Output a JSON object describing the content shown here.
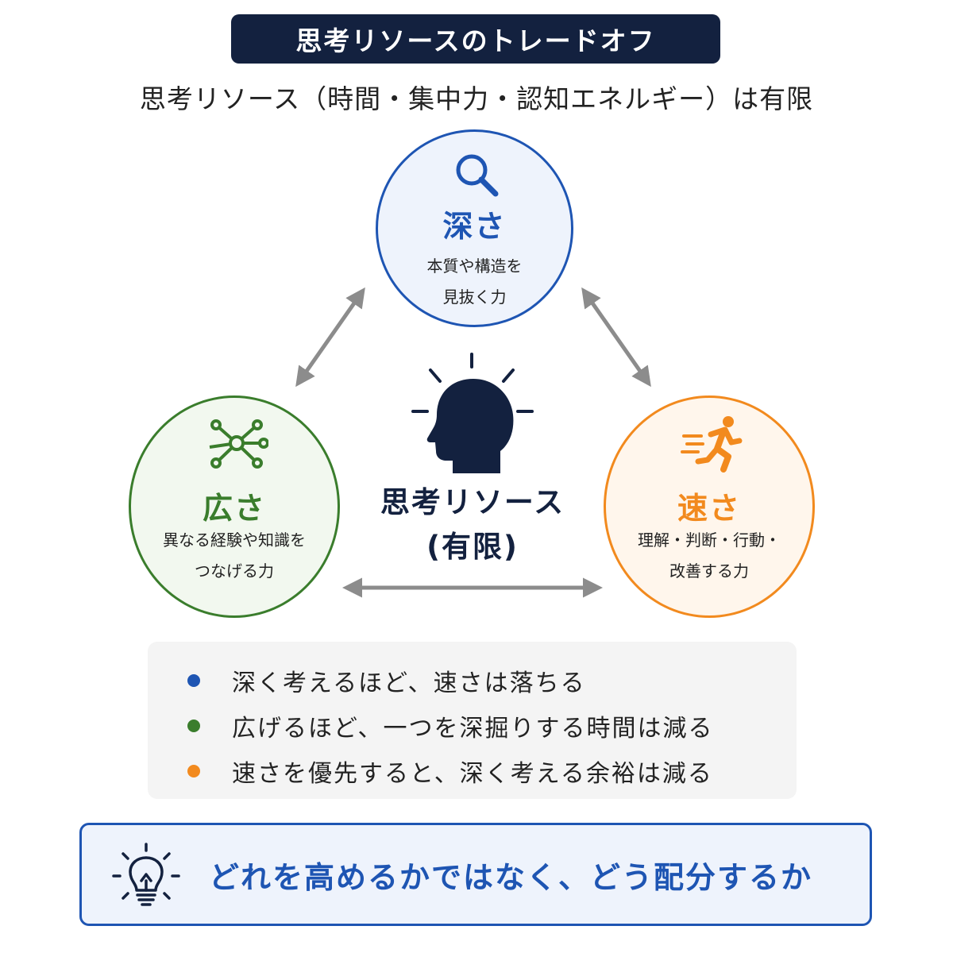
{
  "title": "思考リソースのトレードオフ",
  "subtitle": "思考リソース（時間・集中力・認知エネルギー）は有限",
  "center": {
    "line1": "思考リソース",
    "line2": "(有限)",
    "icon": "head-with-lightbulb-rays-icon"
  },
  "nodes": {
    "depth": {
      "name": "深さ",
      "desc_line1": "本質や構造を",
      "desc_line2": "見抜く力",
      "icon": "magnifier-icon",
      "color": "#1e55b3"
    },
    "breadth": {
      "name": "広さ",
      "desc_line1": "異なる経験や知識を",
      "desc_line2": "つなげる力",
      "icon": "network-icon",
      "color": "#3a7d2c"
    },
    "speed": {
      "name": "速さ",
      "desc_line1": "理解・判断・行動・",
      "desc_line2": "改善する力",
      "icon": "running-person-icon",
      "color": "#f28a1e"
    }
  },
  "points": [
    {
      "text": "深く考えるほど、速さは落ちる",
      "color": "#1e55b3"
    },
    {
      "text": "広げるほど、一つを深掘りする時間は減る",
      "color": "#3a7d2c"
    },
    {
      "text": "速さを優先すると、深く考える余裕は減る",
      "color": "#f28a1e"
    }
  ],
  "conclusion": {
    "text": "どれを高めるかではなく、どう配分するか",
    "icon": "lightbulb-icon"
  }
}
